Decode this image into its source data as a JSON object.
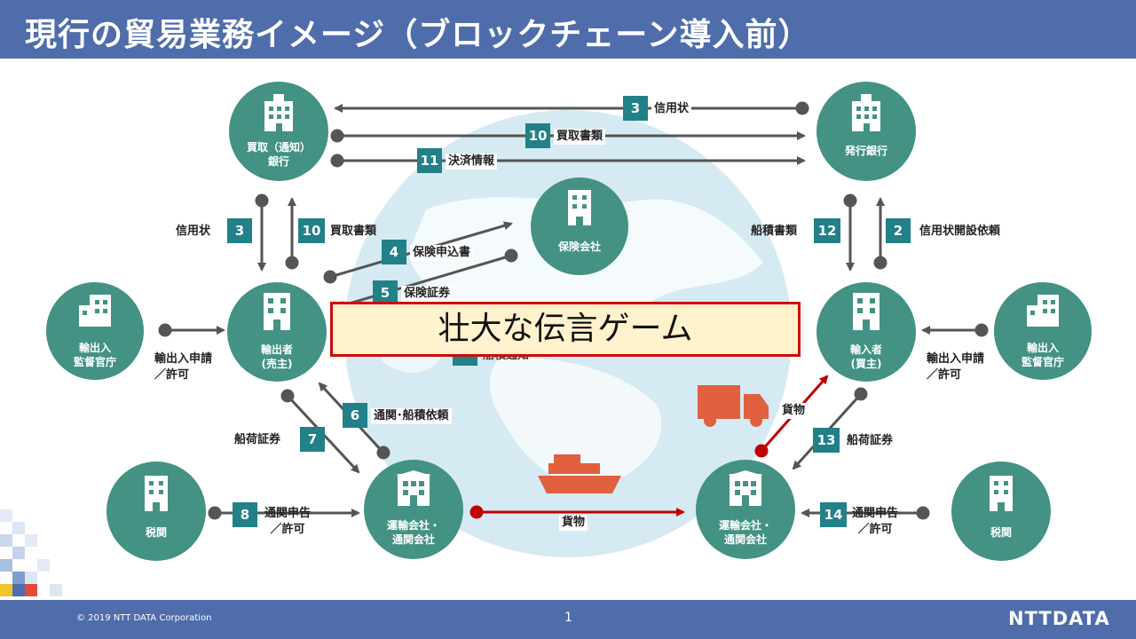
{
  "title": "現行の貿易業務イメージ（ブロックチェーン導入前）",
  "overlay_text": "壮大な伝言ゲーム",
  "footer": {
    "copyright": "© 2019 NTT DATA Corporation",
    "page": "1",
    "logo": "NTTDATA"
  },
  "nodes": {
    "buying_bank": "買取（通知）\n銀行",
    "issuing_bank": "発行銀行",
    "insurance": "保険会社",
    "exporter": "輸出者\n(売主)",
    "importer": "輸入者\n(買主)",
    "export_authority": "輸出入\n監督官庁",
    "import_authority": "輸出入\n監督官庁",
    "customs_left": "税関",
    "customs_right": "税関",
    "carrier_left": "運輸会社・\n通関会社",
    "carrier_right": "運輸会社・\n通関会社"
  },
  "steps": [
    {
      "num": "3",
      "label": "信用状"
    },
    {
      "num": "10",
      "label": "買取書類"
    },
    {
      "num": "11",
      "label": "決済情報"
    },
    {
      "num": "3",
      "label": "信用状"
    },
    {
      "num": "10",
      "label": "買取書類"
    },
    {
      "num": "12",
      "label": "船積書類"
    },
    {
      "num": "2",
      "label": "信用状開設依頼"
    },
    {
      "num": "4",
      "label": "保険申込書"
    },
    {
      "num": "5",
      "label": "保険証券"
    },
    {
      "num": "6",
      "label": "通関･船積依頼"
    },
    {
      "num": "7",
      "label": "船荷証券"
    },
    {
      "num": "8",
      "label": "通関申告\n／許可"
    },
    {
      "num": "13",
      "label": "船荷証券"
    },
    {
      "num": "14",
      "label": "通関申告\n／許可"
    },
    {
      "num": "",
      "label": "船積通知"
    }
  ],
  "edge_labels": {
    "export_permit": "輸出入申請\n／許可",
    "import_permit": "輸出入申請\n／許可",
    "cargo_ship": "貨物",
    "cargo_truck": "貨物"
  },
  "colors": {
    "node": "#439284",
    "badge": "#228088",
    "header": "#4f6cab",
    "arrow": "#555555",
    "cargo_arrow": "#c00000",
    "globe": "#d5eaf2",
    "vehicle": "#e06040",
    "overlay_border": "#d10a0a",
    "overlay_fill": "#fff2cc"
  },
  "icons": [
    "building-icon",
    "ship-icon",
    "truck-icon",
    "globe-icon"
  ]
}
